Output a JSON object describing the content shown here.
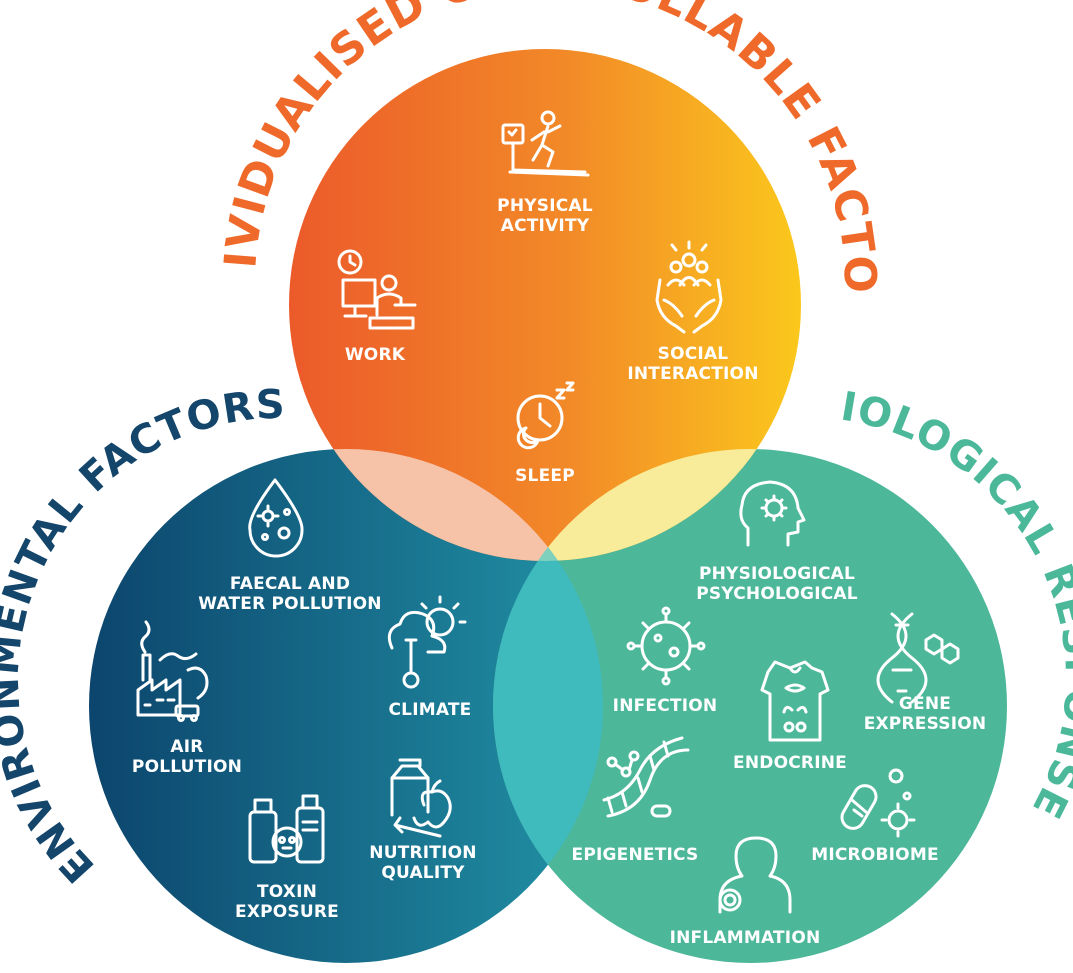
{
  "titles": {
    "top": "INDIVIDUALISED CONTROLLABLE FACTORS",
    "left": "ENVIRONMENTAL FACTORS",
    "right": "BIOLOGICAL RESPONSES"
  },
  "colors": {
    "top_start": "#ec5a2a",
    "top_end": "#fbc21b",
    "left_start": "#0d4b72",
    "left_end": "#1f8aa0",
    "right": "#4cb89a",
    "title_orange": "#ef6a2a",
    "title_blue": "#14456b",
    "title_green": "#4cb89a"
  },
  "individualised": {
    "physical_activity": [
      "PHYSICAL",
      "ACTIVITY"
    ],
    "work": [
      "WORK"
    ],
    "social_interaction": [
      "SOCIAL",
      "INTERACTION"
    ],
    "sleep": [
      "SLEEP"
    ]
  },
  "environmental": {
    "faecal_water": [
      "FAECAL AND",
      "WATER POLLUTION"
    ],
    "climate": [
      "CLIMATE"
    ],
    "air_pollution": [
      "AIR",
      "POLLUTION"
    ],
    "toxin_exposure": [
      "TOXIN",
      "EXPOSURE"
    ],
    "nutrition_quality": [
      "NUTRITION",
      "QUALITY"
    ]
  },
  "biological": {
    "physio_psycho": [
      "PHYSIOLOGICAL",
      "PSYCHOLOGICAL"
    ],
    "infection": [
      "INFECTION"
    ],
    "gene_expression": [
      "GENE",
      "EXPRESSION"
    ],
    "endocrine": [
      "ENDOCRINE"
    ],
    "epigenetics": [
      "EPIGENETICS"
    ],
    "microbiome": [
      "MICROBIOME"
    ],
    "inflammation": [
      "INFLAMMATION"
    ]
  }
}
